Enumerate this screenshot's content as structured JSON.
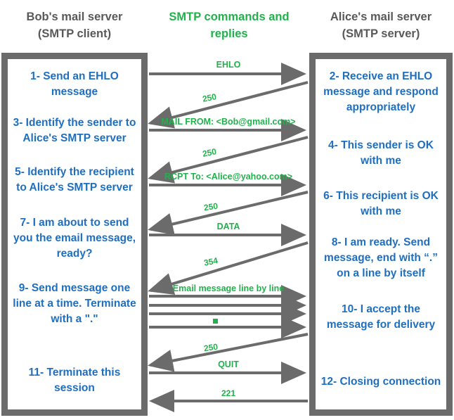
{
  "header": {
    "left_title": "Bob's mail server\n(SMTP client)",
    "left_line1": "Bob's mail server",
    "left_line2": "(SMTP client)",
    "mid_line1": "SMTP commands and",
    "mid_line2": "replies",
    "right_line1": "Alice's mail server",
    "right_line2": "(SMTP server)"
  },
  "colors": {
    "green": "#22b14c",
    "blue": "#1f6fc0",
    "gray_border": "#6b6b6b",
    "gray_arrow": "#6b6b6b",
    "header_gray": "#595959"
  },
  "client_steps": [
    {
      "id": "step-1",
      "text": "1- Send an EHLO message"
    },
    {
      "id": "step-3",
      "text": "3- Identify the sender to Alice's SMTP server"
    },
    {
      "id": "step-5",
      "text": "5- Identify the recipient to Alice's SMTP server"
    },
    {
      "id": "step-7",
      "text": "7- I am about to send you the email message, ready?"
    },
    {
      "id": "step-9",
      "text": "9- Send message one line at a time. Terminate with a \".\""
    },
    {
      "id": "step-11",
      "text": "11- Terminate this session"
    }
  ],
  "server_steps": [
    {
      "id": "step-2",
      "text": "2- Receive an EHLO message and respond appropriately"
    },
    {
      "id": "step-4",
      "text": "4- This sender is OK with me"
    },
    {
      "id": "step-6",
      "text": "6- This recipient is OK with me"
    },
    {
      "id": "step-8",
      "text": "8-  I am ready. Send message, end with “.” on a line by itself"
    },
    {
      "id": "step-10",
      "text": "10-  I accept the message for delivery"
    },
    {
      "id": "step-12",
      "text": "12-  Closing connection"
    }
  ],
  "messages": [
    {
      "id": "msg-ehlo",
      "label": "EHLO",
      "direction": "to-server"
    },
    {
      "id": "msg-250-a",
      "label": "250",
      "direction": "to-client"
    },
    {
      "id": "msg-mailfrom",
      "label": "MAIL FROM: <Bob@gmail.com>",
      "direction": "to-server"
    },
    {
      "id": "msg-250-b",
      "label": "250",
      "direction": "to-client"
    },
    {
      "id": "msg-rcptto",
      "label": "RCPT To: <Alice@yahoo.com>",
      "direction": "to-server"
    },
    {
      "id": "msg-250-c",
      "label": "250",
      "direction": "to-client"
    },
    {
      "id": "msg-data",
      "label": "DATA",
      "direction": "to-server"
    },
    {
      "id": "msg-354",
      "label": "354",
      "direction": "to-client"
    },
    {
      "id": "msg-emaillines",
      "label": "Email message line by line",
      "direction": "to-server"
    },
    {
      "id": "msg-250-d",
      "label": "250",
      "direction": "to-client"
    },
    {
      "id": "msg-quit",
      "label": "QUIT",
      "direction": "to-server"
    },
    {
      "id": "msg-221",
      "label": "221",
      "direction": "to-client"
    }
  ]
}
